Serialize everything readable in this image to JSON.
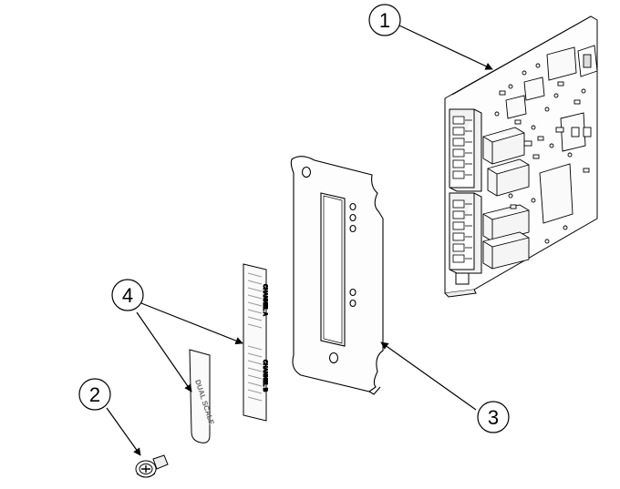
{
  "figure": {
    "callouts": [
      {
        "id": "callout-1",
        "label": "1"
      },
      {
        "id": "callout-2",
        "label": "2"
      },
      {
        "id": "callout-3",
        "label": "3"
      },
      {
        "id": "callout-4",
        "label": "4"
      }
    ],
    "parts": {
      "dual_scale_label": "DUAL SCALE",
      "channel_label_top": "CHANNEL A",
      "channel_label_bottom": "CHANNEL B"
    }
  }
}
